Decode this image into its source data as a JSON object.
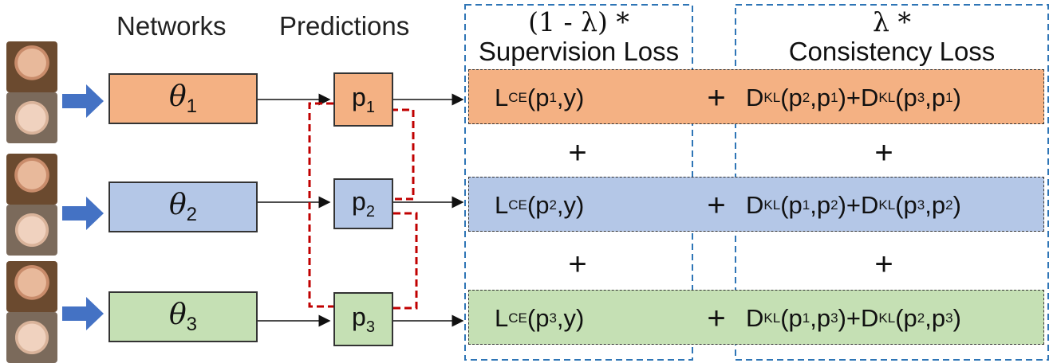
{
  "headers": {
    "networks": "Networks",
    "predictions": "Predictions",
    "supervision_coef": "(1 - λ) *",
    "supervision_label": "Supervision Loss",
    "consistency_coef": "λ *",
    "consistency_label": "Consistency Loss"
  },
  "networks": [
    {
      "sym": "θ",
      "sub": "1",
      "color": "#f4b183"
    },
    {
      "sym": "θ",
      "sub": "2",
      "color": "#b4c7e7"
    },
    {
      "sym": "θ",
      "sub": "3",
      "color": "#c5e0b4"
    }
  ],
  "predictions": [
    {
      "p": "p",
      "sub": "1"
    },
    {
      "p": "p",
      "sub": "2"
    },
    {
      "p": "p",
      "sub": "3"
    }
  ],
  "rows": [
    {
      "sup": {
        "L": "L",
        "Lsub": "CE",
        "open": "(p",
        "psub": "1",
        "close": ",y)"
      },
      "cons": {
        "a": "D",
        "asub": "KL",
        "a1": "(p",
        "a1s": "2",
        "a2": ",p",
        "a2s": "1",
        "mid": ")+D",
        "bsub": "KL",
        "b1": "(p",
        "b1s": "3",
        "b2": ",p",
        "b2s": "1",
        "end": ")"
      }
    },
    {
      "sup": {
        "L": "L",
        "Lsub": "CE",
        "open": "(p",
        "psub": "2",
        "close": ",y)"
      },
      "cons": {
        "a": "D",
        "asub": "KL",
        "a1": "(p",
        "a1s": "1",
        "a2": ",p",
        "a2s": "2",
        "mid": ")+D",
        "bsub": "KL",
        "b1": "(p",
        "b1s": "3",
        "b2": ",p",
        "b2s": "2",
        "end": ")"
      }
    },
    {
      "sup": {
        "L": "L",
        "Lsub": "CE",
        "open": "(p",
        "psub": "3",
        "close": ",y)"
      },
      "cons": {
        "a": "D",
        "asub": "KL",
        "a1": "(p",
        "a1s": "1",
        "a2": ",p",
        "a2s": "3",
        "mid": ")+D",
        "bsub": "KL",
        "b1": "(p",
        "b1s": "2",
        "b2": ",p",
        "b2s": "3",
        "end": ")"
      }
    }
  ],
  "plus": "+",
  "colors": {
    "row1": "#f4b183",
    "row2": "#b4c7e7",
    "row3": "#c5e0b4",
    "input_arrow": "#4472c4",
    "panel_border": "#2e75b6",
    "consistency_link": "#c00000"
  }
}
